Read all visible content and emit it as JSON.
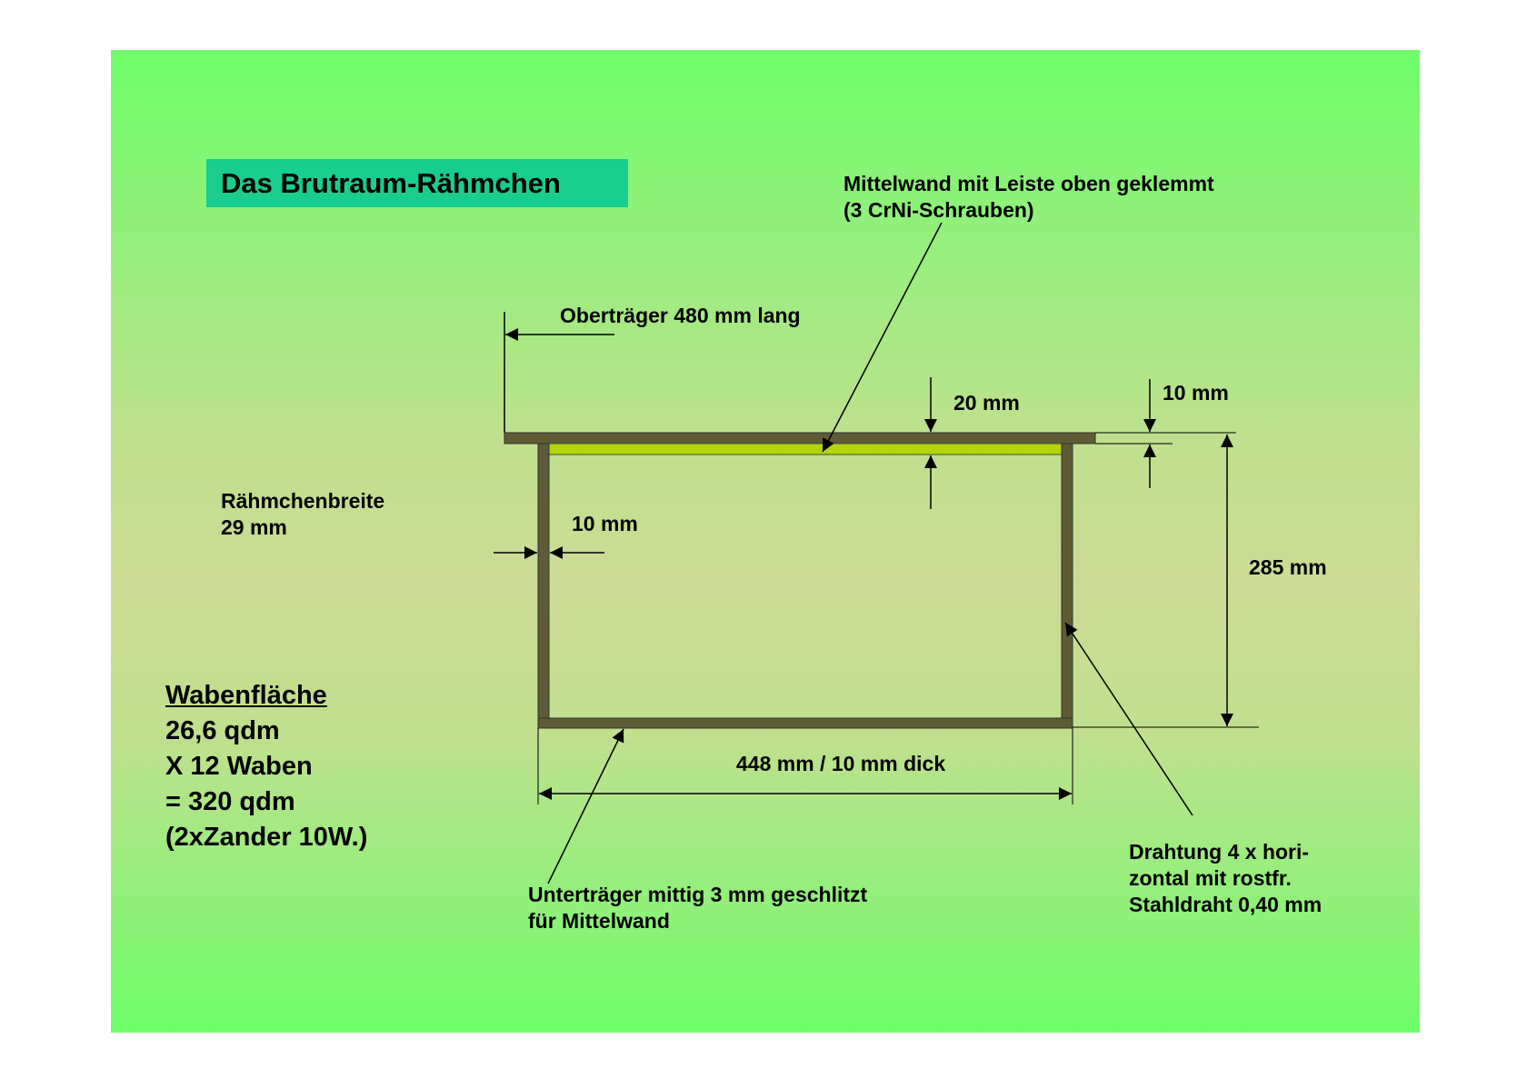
{
  "title": "Das Brutraum-Rähmchen",
  "labels": {
    "mittelwand_line1": "Mittelwand mit Leiste oben geklemmt",
    "mittelwand_line2": "(3 CrNi-Schrauben)",
    "obertraeger": "Oberträger 480 mm lang",
    "dim_20": "20 mm",
    "dim_10_top": "10 mm",
    "rahmenbreite_line1": "Rähmchenbreite",
    "rahmenbreite_line2": "29 mm",
    "dim_10_side": "10 mm",
    "dim_285": "285 mm",
    "dim_448": "448 mm / 10 mm dick",
    "unterträger_line1": "Unterträger mittig 3 mm geschlitzt",
    "unterträger_line2": "für Mittelwand",
    "drahtung_line1": "Drahtung 4 x hori-",
    "drahtung_line2": "zontal mit rostfr.",
    "drahtung_line3": "Stahldraht 0,40 mm"
  },
  "wabenflaeche": {
    "heading": "Wabenfläche",
    "line1": "26,6 qdm",
    "line2": "X 12 Waben",
    "line3": "= 320 qdm",
    "line4": "(2xZander 10W.)"
  },
  "colors": {
    "frame_wood": "#5e5b36",
    "strip": "#b4d40e",
    "title_bg": "#18cd8d"
  }
}
